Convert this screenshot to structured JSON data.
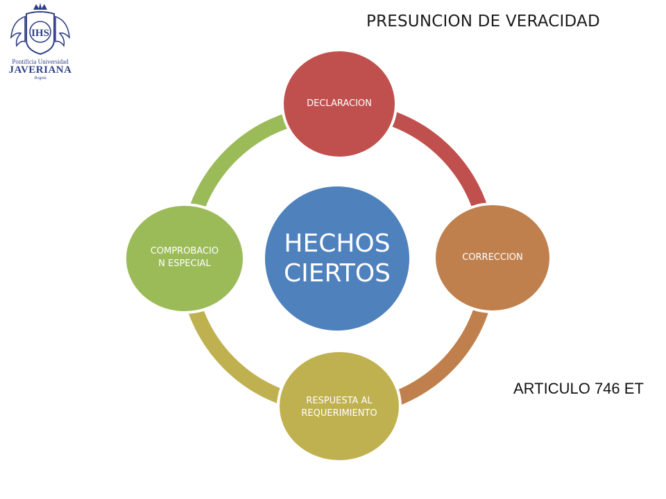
{
  "slide": {
    "title": "PRESUNCION DE VERACIDAD",
    "article": "ARTICULO 746 ET"
  },
  "logo": {
    "line1": "Pontificia Universidad",
    "line2": "JAVERIANA",
    "line3": "Bogotá",
    "emblem_letters": "IHS",
    "color": "#2f3f86"
  },
  "diagram": {
    "center": {
      "label_line1": "HECHOS",
      "label_line2": "CIERTOS",
      "color": "#4f81bd"
    },
    "nodes": [
      {
        "id": "declaracion",
        "label_line1": "DECLARACION",
        "label_line2": "",
        "color": "#c0504d"
      },
      {
        "id": "correccion",
        "label_line1": "CORRECCION",
        "label_line2": "",
        "color": "#c0804d"
      },
      {
        "id": "respuesta",
        "label_line1": "RESPUESTA AL",
        "label_line2": "REQUERIMIENTO",
        "color": "#c0b150"
      },
      {
        "id": "comprobacion",
        "label_line1": "COMPROBACIO",
        "label_line2": "N ESPECIAL",
        "color": "#9bbb59"
      }
    ]
  }
}
